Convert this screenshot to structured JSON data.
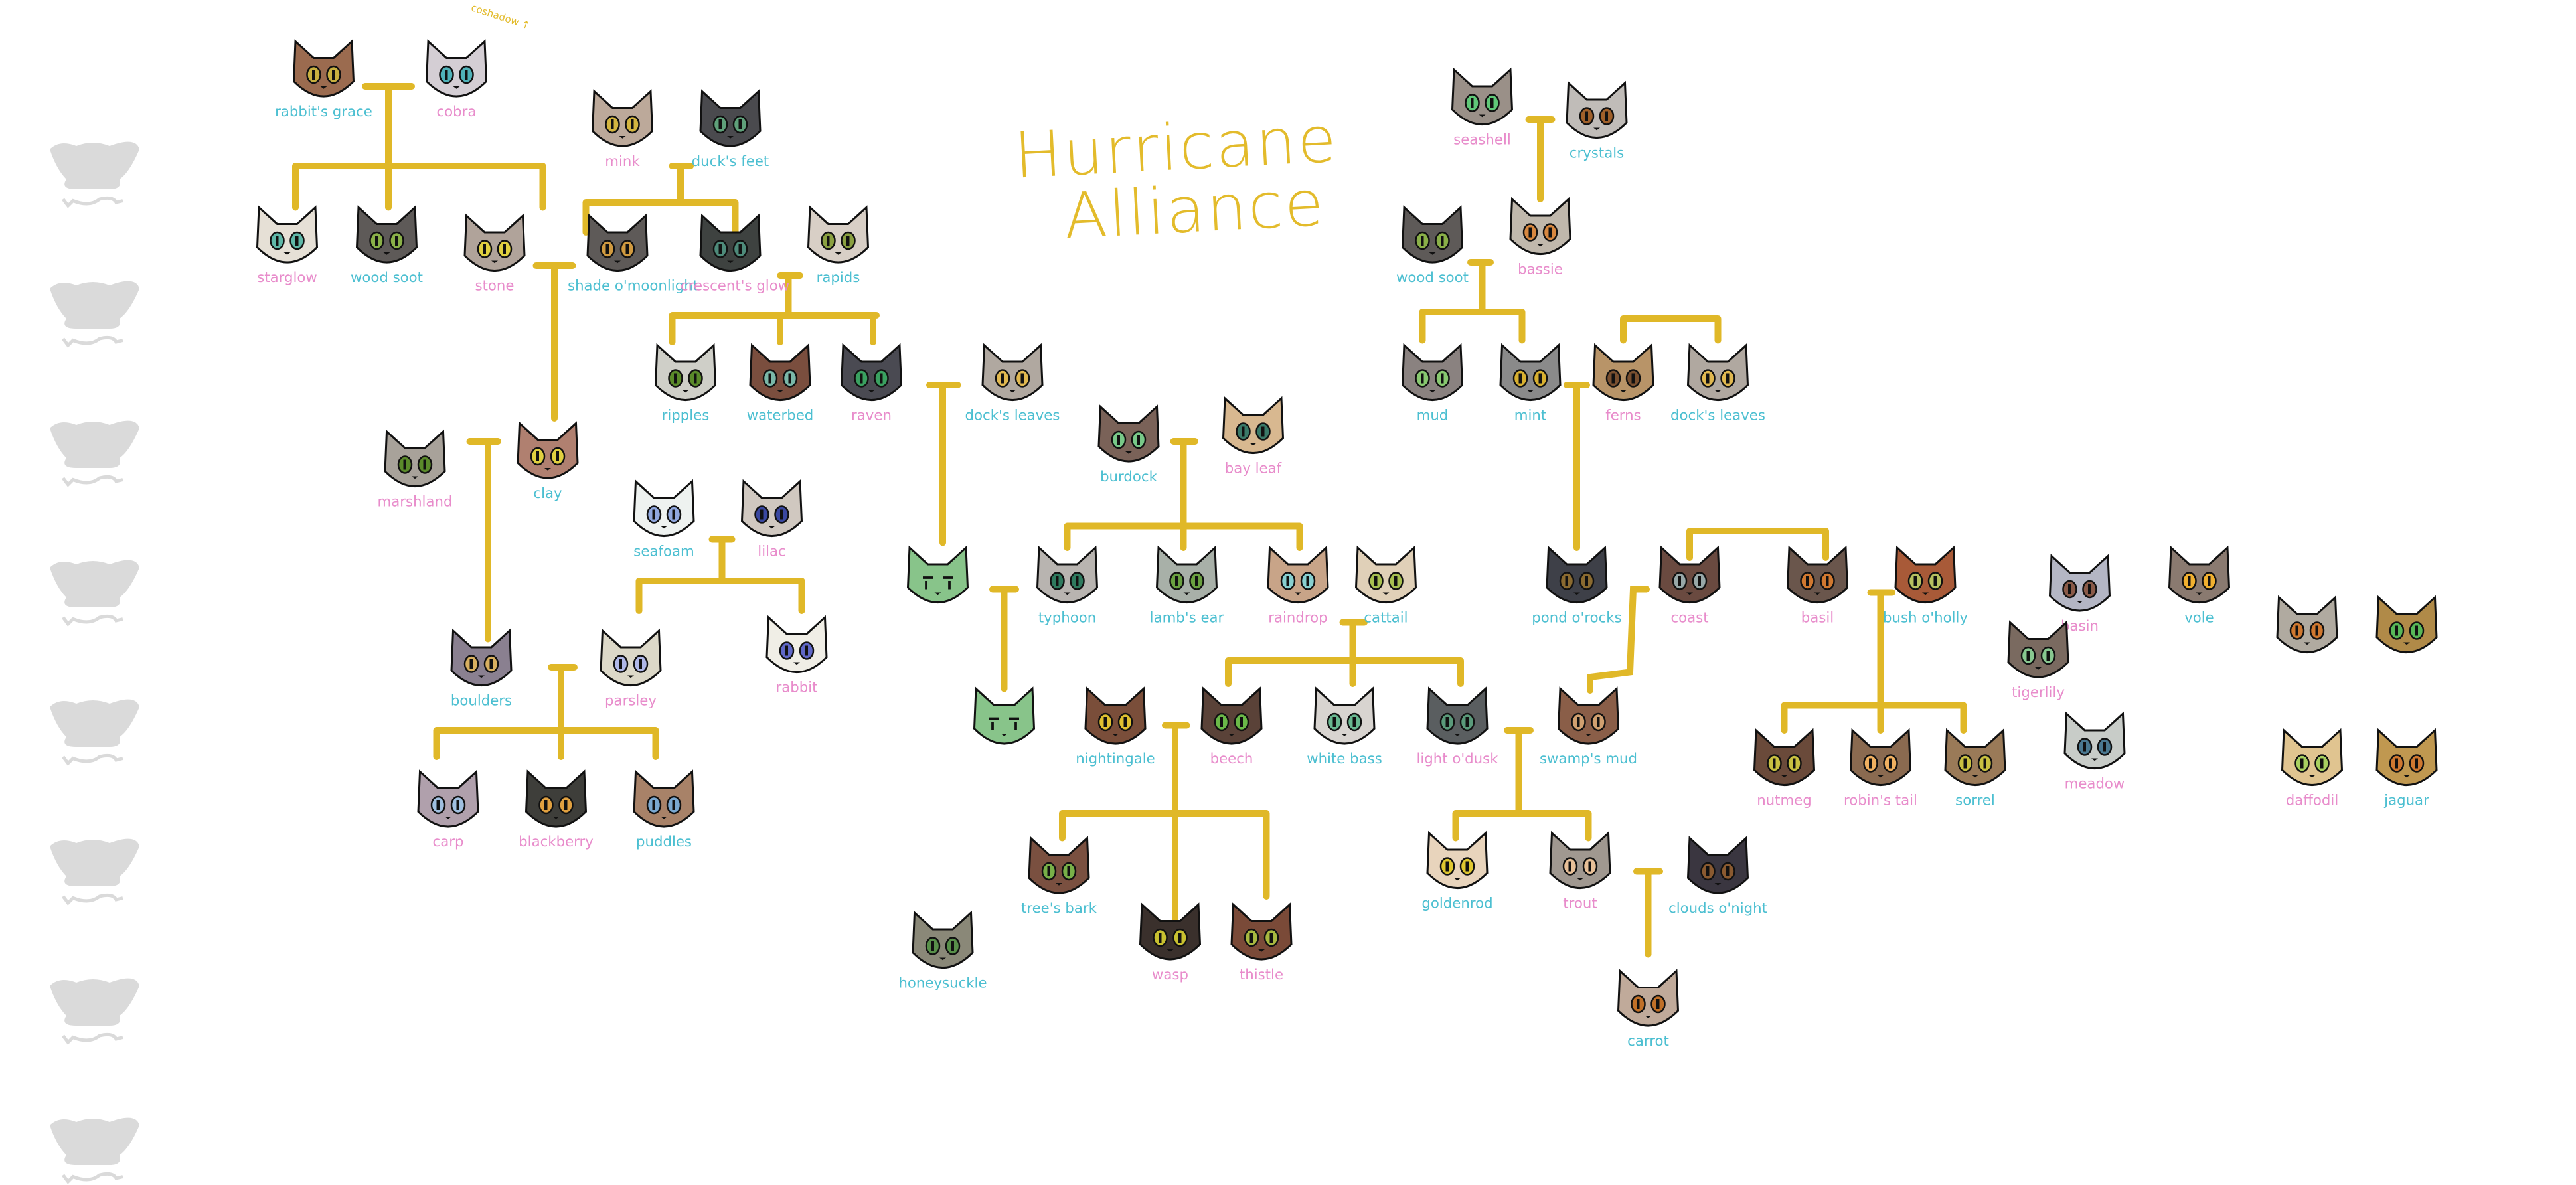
{
  "title": {
    "line1": "Hurricane",
    "line2": "Alliance"
  },
  "note": "coshadow ↑",
  "colors": {
    "line": "#e0b828",
    "pink_label": "#e88ccb",
    "blue_label": "#4cbfd1",
    "placeholder": "#dadada"
  },
  "placeholders": 8,
  "cats": [
    {
      "name": "rabbit's grace",
      "label": "blue",
      "fur": "#9b6b4f",
      "eye": "#c8b040"
    },
    {
      "name": "cobra",
      "label": "pink",
      "fur": "#d4ced4",
      "eye": "#4fb2b8"
    },
    {
      "name": "mink",
      "label": "pink",
      "fur": "#bca99a",
      "eye": "#d3b540"
    },
    {
      "name": "duck's feet",
      "label": "blue",
      "fur": "#4a4a4e",
      "eye": "#5fa07a"
    },
    {
      "name": "starglow",
      "label": "pink",
      "fur": "#e6e0d6",
      "eye": "#5fb8a8"
    },
    {
      "name": "wood soot",
      "label": "blue",
      "fur": "#5e5a58",
      "eye": "#8ab048"
    },
    {
      "name": "stone",
      "label": "pink",
      "fur": "#b0a39a",
      "eye": "#e0d040"
    },
    {
      "name": "shade o'moonlight",
      "label": "blue",
      "fur": "#5e5a58",
      "eye": "#d09a40"
    },
    {
      "name": "crescent's glow",
      "label": "pink",
      "fur": "#3e4240",
      "eye": "#4e8a7a"
    },
    {
      "name": "rapids",
      "label": "blue",
      "fur": "#d8cfc6",
      "eye": "#8aa040"
    },
    {
      "name": "ripples",
      "label": "blue",
      "fur": "#cfcfc8",
      "eye": "#5a8a2a"
    },
    {
      "name": "waterbed",
      "label": "blue",
      "fur": "#7a4e3e",
      "eye": "#7ab8a8"
    },
    {
      "name": "raven",
      "label": "pink",
      "fur": "#4a4a52",
      "eye": "#3aa060"
    },
    {
      "name": "dock's leaves",
      "label": "blue",
      "fur": "#b0a8a0",
      "eye": "#e0b850"
    },
    {
      "name": "marshland",
      "label": "pink",
      "fur": "#a8a29a",
      "eye": "#5a8a2a"
    },
    {
      "name": "clay",
      "label": "blue",
      "fur": "#b08070",
      "eye": "#e0d040"
    },
    {
      "name": "seafoam",
      "label": "blue",
      "fur": "#eef2f0",
      "eye": "#90a8e0"
    },
    {
      "name": "lilac",
      "label": "pink",
      "fur": "#d0c8c0",
      "eye": "#3a48a0"
    },
    {
      "name": "burdock",
      "label": "blue",
      "fur": "#7a6258",
      "eye": "#78c888"
    },
    {
      "name": "bay leaf",
      "label": "pink",
      "fur": "#d8b890",
      "eye": "#3a7a68"
    },
    {
      "name": "",
      "label": "none",
      "fur": "#88c48a",
      "eye": "#000000"
    },
    {
      "name": "typhoon",
      "label": "blue",
      "fur": "#b8b4b0",
      "eye": "#2e7a5e"
    },
    {
      "name": "lamb's ear",
      "label": "blue",
      "fur": "#a8b0a8",
      "eye": "#6aa040"
    },
    {
      "name": "raindrop",
      "label": "pink",
      "fur": "#c8a488",
      "eye": "#88d0d0"
    },
    {
      "name": "cattail",
      "label": "blue",
      "fur": "#e0d0b8",
      "eye": "#a8c050"
    },
    {
      "name": "boulders",
      "label": "blue",
      "fur": "#8a8090",
      "eye": "#d8b060"
    },
    {
      "name": "parsley",
      "label": "pink",
      "fur": "#dcd8c8",
      "eye": "#b0b8e8"
    },
    {
      "name": "rabbit",
      "label": "pink",
      "fur": "#f0eee6",
      "eye": "#6068c8"
    },
    {
      "name": "",
      "label": "none",
      "fur": "#88c48a",
      "eye": "#000000"
    },
    {
      "name": "nightingale",
      "label": "blue",
      "fur": "#7a4e3a",
      "eye": "#e0c030"
    },
    {
      "name": "beech",
      "label": "pink",
      "fur": "#5a4238",
      "eye": "#6ab848"
    },
    {
      "name": "white bass",
      "label": "blue",
      "fur": "#d8d4d0",
      "eye": "#68b890"
    },
    {
      "name": "light o'dusk",
      "label": "pink",
      "fur": "#5a5e60",
      "eye": "#5a9a7a"
    },
    {
      "name": "swamp's mud",
      "label": "blue",
      "fur": "#8a5e48",
      "eye": "#d0a070"
    },
    {
      "name": "carp",
      "label": "pink",
      "fur": "#b0a0ac",
      "eye": "#a0c0e0"
    },
    {
      "name": "blackberry",
      "label": "pink",
      "fur": "#3e3e3a",
      "eye": "#e0a040"
    },
    {
      "name": "puddles",
      "label": "blue",
      "fur": "#a88268",
      "eye": "#7aa8d0"
    },
    {
      "name": "tree's bark",
      "label": "blue",
      "fur": "#7a5040",
      "eye": "#78b048"
    },
    {
      "name": "wasp",
      "label": "pink",
      "fur": "#3a302c",
      "eye": "#c8c030"
    },
    {
      "name": "thistle",
      "label": "pink",
      "fur": "#7a4a38",
      "eye": "#a8b840"
    },
    {
      "name": "honeysuckle",
      "label": "blue",
      "fur": "#8a8878",
      "eye": "#58904a"
    },
    {
      "name": "goldenrod",
      "label": "blue",
      "fur": "#e8d4bc",
      "eye": "#e0c830"
    },
    {
      "name": "trout",
      "label": "pink",
      "fur": "#a09890",
      "eye": "#e8c098"
    },
    {
      "name": "clouds o'night",
      "label": "blue",
      "fur": "#3a3640",
      "eye": "#8a5a30"
    },
    {
      "name": "carrot",
      "label": "blue",
      "fur": "#c0aa9a",
      "eye": "#c07028"
    },
    {
      "name": "seashell",
      "label": "pink",
      "fur": "#9a9088",
      "eye": "#60c878"
    },
    {
      "name": "crystals",
      "label": "blue",
      "fur": "#c0bcb8",
      "eye": "#a0602a"
    },
    {
      "name": "wood soot",
      "label": "blue",
      "fur": "#5e5a58",
      "eye": "#8ab048"
    },
    {
      "name": "bassie",
      "label": "pink",
      "fur": "#c0b8ac",
      "eye": "#d88840"
    },
    {
      "name": "mud",
      "label": "blue",
      "fur": "#8a8280",
      "eye": "#88c870"
    },
    {
      "name": "mint",
      "label": "blue",
      "fur": "#8a8a8a",
      "eye": "#d8b030"
    },
    {
      "name": "ferns",
      "label": "pink",
      "fur": "#b89468",
      "eye": "#7a5030"
    },
    {
      "name": "dock's leaves",
      "label": "blue",
      "fur": "#b0a8a0",
      "eye": "#e0b850"
    },
    {
      "name": "pond o'rocks",
      "label": "blue",
      "fur": "#3e4048",
      "eye": "#8a6a30"
    },
    {
      "name": "coast",
      "label": "pink",
      "fur": "#6a4a40",
      "eye": "#98a8a8"
    },
    {
      "name": "basil",
      "label": "pink",
      "fur": "#6a564c",
      "eye": "#d07830"
    },
    {
      "name": "bush o'holly",
      "label": "blue",
      "fur": "#a85a38",
      "eye": "#b8c060"
    },
    {
      "name": "basin",
      "label": "pink",
      "fur": "#b4b6c4",
      "eye": "#8a5a48"
    },
    {
      "name": "vole",
      "label": "blue",
      "fur": "#8a7a70",
      "eye": "#f0b030"
    },
    {
      "name": "tigerlily",
      "label": "pink",
      "fur": "#7a6a60",
      "eye": "#88c890"
    },
    {
      "name": "meadow",
      "label": "pink",
      "fur": "#c8ccc8",
      "eye": "#4a7890"
    },
    {
      "name": "nutmeg",
      "label": "pink",
      "fur": "#6a4a3a",
      "eye": "#c8c040"
    },
    {
      "name": "robin's tail",
      "label": "pink",
      "fur": "#8a6a50",
      "eye": "#f0b060"
    },
    {
      "name": "sorrel",
      "label": "blue",
      "fur": "#9a7a58",
      "eye": "#c8c040"
    },
    {
      "name": "",
      "label": "none",
      "fur": "#b0aaa0",
      "eye": "#d07830"
    },
    {
      "name": "",
      "label": "none",
      "fur": "#b08a48",
      "eye": "#58b858"
    },
    {
      "name": "daffodil",
      "label": "pink",
      "fur": "#e0c490",
      "eye": "#a8d060"
    },
    {
      "name": "jaguar",
      "label": "blue",
      "fur": "#c09850",
      "eye": "#d07830"
    }
  ]
}
